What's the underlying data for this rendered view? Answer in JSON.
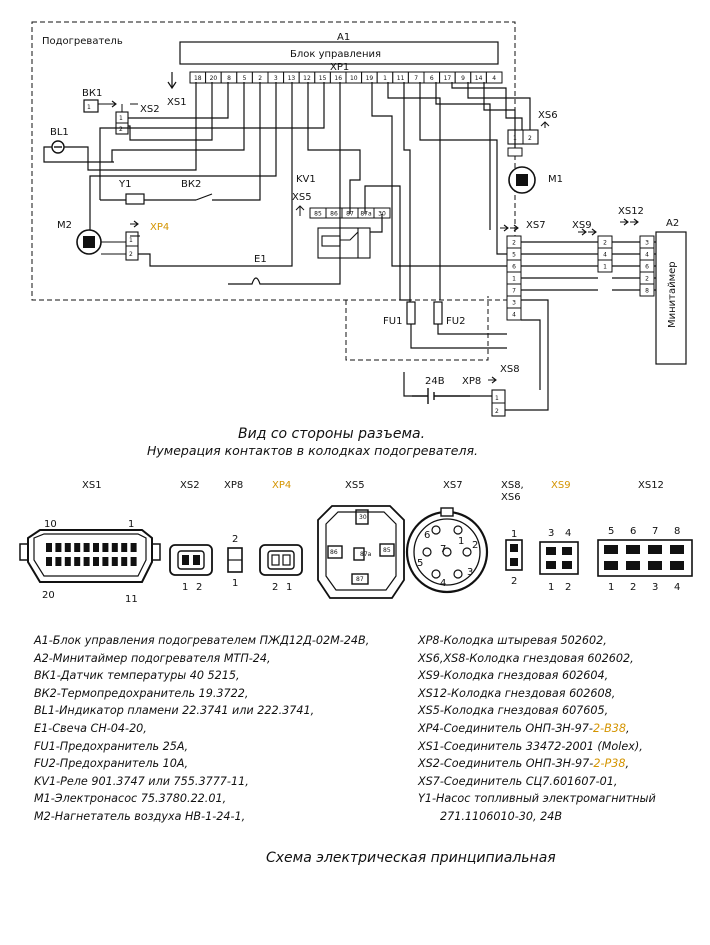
{
  "diagram": {
    "heater_label": "Подогреватель",
    "a1_ref": "А1",
    "a1_name": "Блок управления",
    "xp1_ref": "XP1",
    "xp1_pins": [
      "18",
      "20",
      "8",
      "5",
      "2",
      "3",
      "13",
      "12",
      "15",
      "16",
      "10",
      "19",
      "1",
      "11",
      "7",
      "6",
      "17",
      "9",
      "14",
      "4"
    ],
    "xs1": "XS1",
    "bk1": "ВК1",
    "xs2": "XS2",
    "bl1": "BL1",
    "kv1": "KV1",
    "xs5": "XS5",
    "xs5_pins": [
      "85",
      "86",
      "87",
      "87а",
      "30"
    ],
    "y1": "Y1",
    "bk2": "ВК2",
    "m1": "M1",
    "xs6": "XS6",
    "m2": "M2",
    "xp4": "XP4",
    "e1": "E1",
    "xs7": "XS7",
    "xs7_pins": [
      "2",
      "5",
      "6",
      "1",
      "7",
      "3",
      "4"
    ],
    "xs9": "XS9",
    "xs9_pins": [
      "2",
      "4",
      "1"
    ],
    "xs12": "XS12",
    "xs12_pins": [
      "3",
      "4",
      "6",
      "2",
      "8"
    ],
    "a2": "А2",
    "a2_name": "Минитаймер",
    "fu1": "FU1",
    "fu2": "FU2",
    "v24": "24В",
    "xp8": "XP8",
    "xs8": "XS8"
  },
  "view_title": "Вид со стороны разъема.",
  "view_subtitle": "Нумерация контактов в колодках подогревателя.",
  "connectors": {
    "xs1": "XS1",
    "xs2": "XS2",
    "xp8": "XP8",
    "xp4": "XP4",
    "xs5": "XS5",
    "xs7": "XS7",
    "xs8_xs6": [
      "XS8,",
      "XS6"
    ],
    "xs9": "XS9",
    "xs12": "XS12",
    "xs1_pins": [
      "10",
      "1",
      "20",
      "11"
    ],
    "xs2_pins": [
      "1",
      "2"
    ],
    "xp8_pins": [
      "2",
      "1"
    ],
    "xp4_pins": [
      "2",
      "1"
    ],
    "xs5_pins": [
      "30",
      "86",
      "87а",
      "85",
      "87"
    ],
    "xs7_pins": [
      "7",
      "1",
      "2",
      "6",
      "3",
      "5",
      "4"
    ],
    "xs8_pins": [
      "1",
      "2"
    ],
    "xs9_pins": [
      "3",
      "4",
      "1",
      "2"
    ],
    "xs12_pins_top": [
      "5",
      "6",
      "7",
      "8"
    ],
    "xs12_pins_bottom": [
      "1",
      "2",
      "3",
      "4"
    ]
  },
  "legend_left": [
    "А1-Блок управления подогревателем ПЖД12Д-02М-24В,",
    "А2-Минитаймер подогревателя МТП-24,",
    "ВК1-Датчик температуры 40 5215,",
    "ВК2-Термопредохранитель 19.3722,",
    "BL1-Индикатор пламени 22.3741 или 222.3741,",
    "Е1-Свеча СН-04-20,",
    "FU1-Предохранитель 25А,",
    "FU2-Предохранитель 10А,",
    "KV1-Реле 901.3747 или 755.3777-11,",
    "M1-Электронасос 75.3780.22.01,",
    "M2-Нагнетатель воздуха НВ-1-24-1,"
  ],
  "legend_right": [
    "XP8-Колодка штыревая 502602,",
    "XS6,XS8-Колодка гнездовая 602602,",
    "XS9-Колодка гнездовая 602604,",
    "XS12-Колодка гнездовая 602608,",
    "XS5-Колодка гнездовая 607605,",
    "XP4-Соединитель ОНП-ЗН-97-2-В38,",
    "XS1-Соединитель 33472-2001 (Molex),",
    "XS2-Соединитель ОНП-ЗН-97-2-Р38,",
    "XS7-Соединитель СЦ7.601607-01,",
    "Y1-Насос топливный электромагнитный",
    "271.1106010-30, 24В"
  ],
  "legend_accent": {
    "xp4_code": "2-В38",
    "xs2_code": "2-Р38"
  },
  "schema_title": "Схема электрическая принципиальная",
  "colors": {
    "ink": "#111111",
    "accent": "#d49400"
  }
}
